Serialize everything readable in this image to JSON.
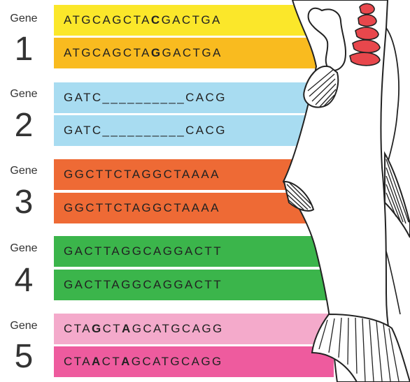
{
  "genes": [
    {
      "label": "Gene",
      "number": "1",
      "rows": [
        {
          "color": "#fbe72a",
          "parts": [
            "ATGCAGCTA",
            "C",
            "GACTGA"
          ]
        },
        {
          "color": "#f9bb1f",
          "parts": [
            "ATGCAGCTA",
            "G",
            "GACTGA"
          ]
        }
      ]
    },
    {
      "label": "Gene",
      "number": "2",
      "rows": [
        {
          "color": "#a8dcf1",
          "parts": [
            "GATC__________CACG",
            "",
            ""
          ]
        },
        {
          "color": "#a8dcf1",
          "parts": [
            "GATC__________CACG",
            "",
            ""
          ]
        }
      ]
    },
    {
      "label": "Gene",
      "number": "3",
      "rows": [
        {
          "color": "#ee6a35",
          "parts": [
            "GGCTTCTAGGCTAAAA",
            "",
            ""
          ]
        },
        {
          "color": "#ee6a35",
          "parts": [
            "GGCTTCTAGGCTAAAA",
            "",
            ""
          ]
        }
      ]
    },
    {
      "label": "Gene",
      "number": "4",
      "rows": [
        {
          "color": "#3bb54b",
          "parts": [
            "GACTTAGGCAGGACTT",
            "",
            ""
          ]
        },
        {
          "color": "#3bb54b",
          "parts": [
            "GACTTAGGCAGGACTT",
            "",
            ""
          ]
        }
      ]
    },
    {
      "label": "Gene",
      "number": "5",
      "rows": [
        {
          "color": "#f4aacb",
          "parts": [
            "CTA",
            "G",
            "CT",
            "A",
            "GCATGCAGG"
          ]
        },
        {
          "color": "#ee5b9e",
          "parts": [
            "CTA",
            "A",
            "CT",
            "A",
            "GCATGCAGG"
          ]
        }
      ]
    }
  ],
  "colors": {
    "text": "#222222",
    "label": "#333333",
    "fish_outline": "#222222",
    "fish_fill": "#ffffff",
    "gill_red": "#e8474c"
  }
}
